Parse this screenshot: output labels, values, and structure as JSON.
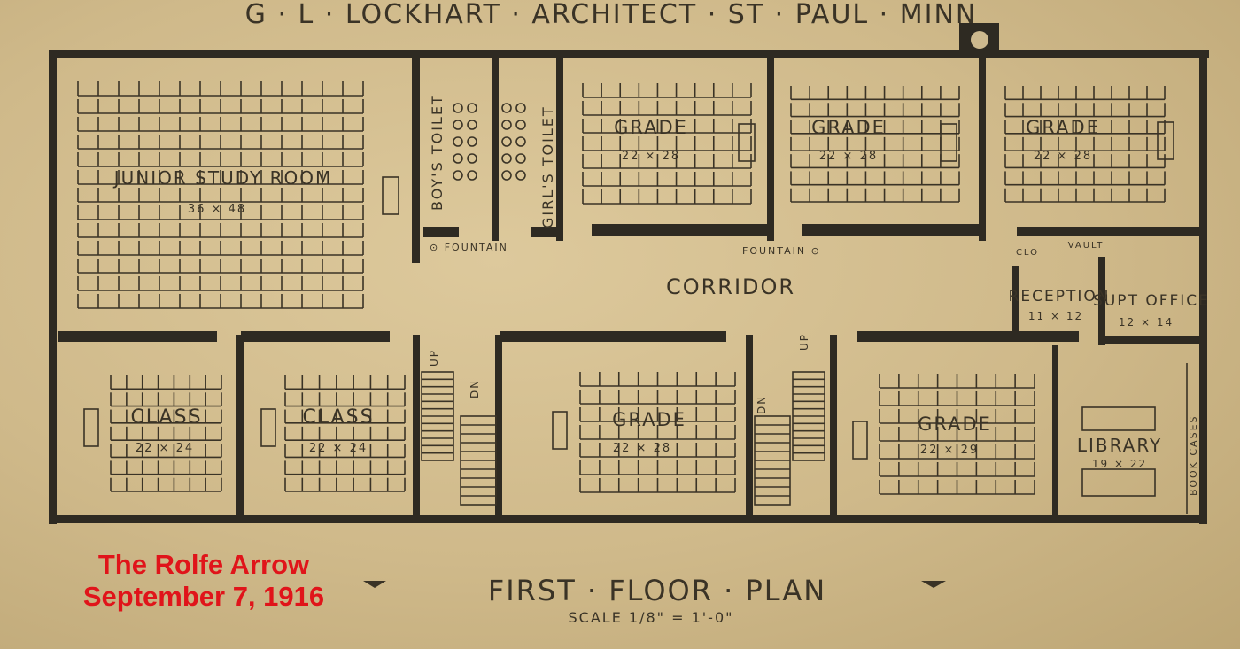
{
  "header": "G · L · LOCKHART · ARCHITECT · ST · PAUL · MINN",
  "rooms": {
    "junior_study": {
      "name": "JUNIOR STUDY ROOM",
      "size": "36 × 48"
    },
    "boys_toilet": "BOY'S TOILET",
    "girls_toilet": "GIRL'S TOILET",
    "grade_1": {
      "name": "GRADE",
      "size": "22 × 28"
    },
    "grade_2": {
      "name": "GRADE",
      "size": "22 × 28"
    },
    "grade_3": {
      "name": "GRADE",
      "size": "22 × 28"
    },
    "grade_4": {
      "name": "GRADE",
      "size": "22 × 28"
    },
    "grade_5": {
      "name": "GRADE",
      "size": "22 × 29"
    },
    "class_1": {
      "name": "CLASS",
      "size": "22 × 24"
    },
    "class_2": {
      "name": "CLASS",
      "size": "22 × 24"
    },
    "corridor": "CORRIDOR",
    "reception": {
      "name": "RECEPTION",
      "size": "11 × 12"
    },
    "supt_office": {
      "name": "SUPT OFFICE",
      "size": "12 × 14"
    },
    "library": {
      "name": "LIBRARY",
      "size": "19 × 22"
    },
    "book_cases": "BOOK CASES",
    "closet": "CLO",
    "vault": "VAULT"
  },
  "fountain_1": "⊙ FOUNTAIN",
  "fountain_2": "FOUNTAIN ⊙",
  "stairs": {
    "up": "UP",
    "dn1": "DN",
    "dn2": "DN",
    "up2": "UP"
  },
  "title": "FIRST · FLOOR · PLAN",
  "scale": "SCALE 1/8\" = 1'-0\"",
  "caption": {
    "line1": "The Rolfe Arrow",
    "line2": "September 7, 1916"
  },
  "colors": {
    "paper": "#cdb98e",
    "ink": "#3a3326",
    "caption": "#e0141a"
  }
}
